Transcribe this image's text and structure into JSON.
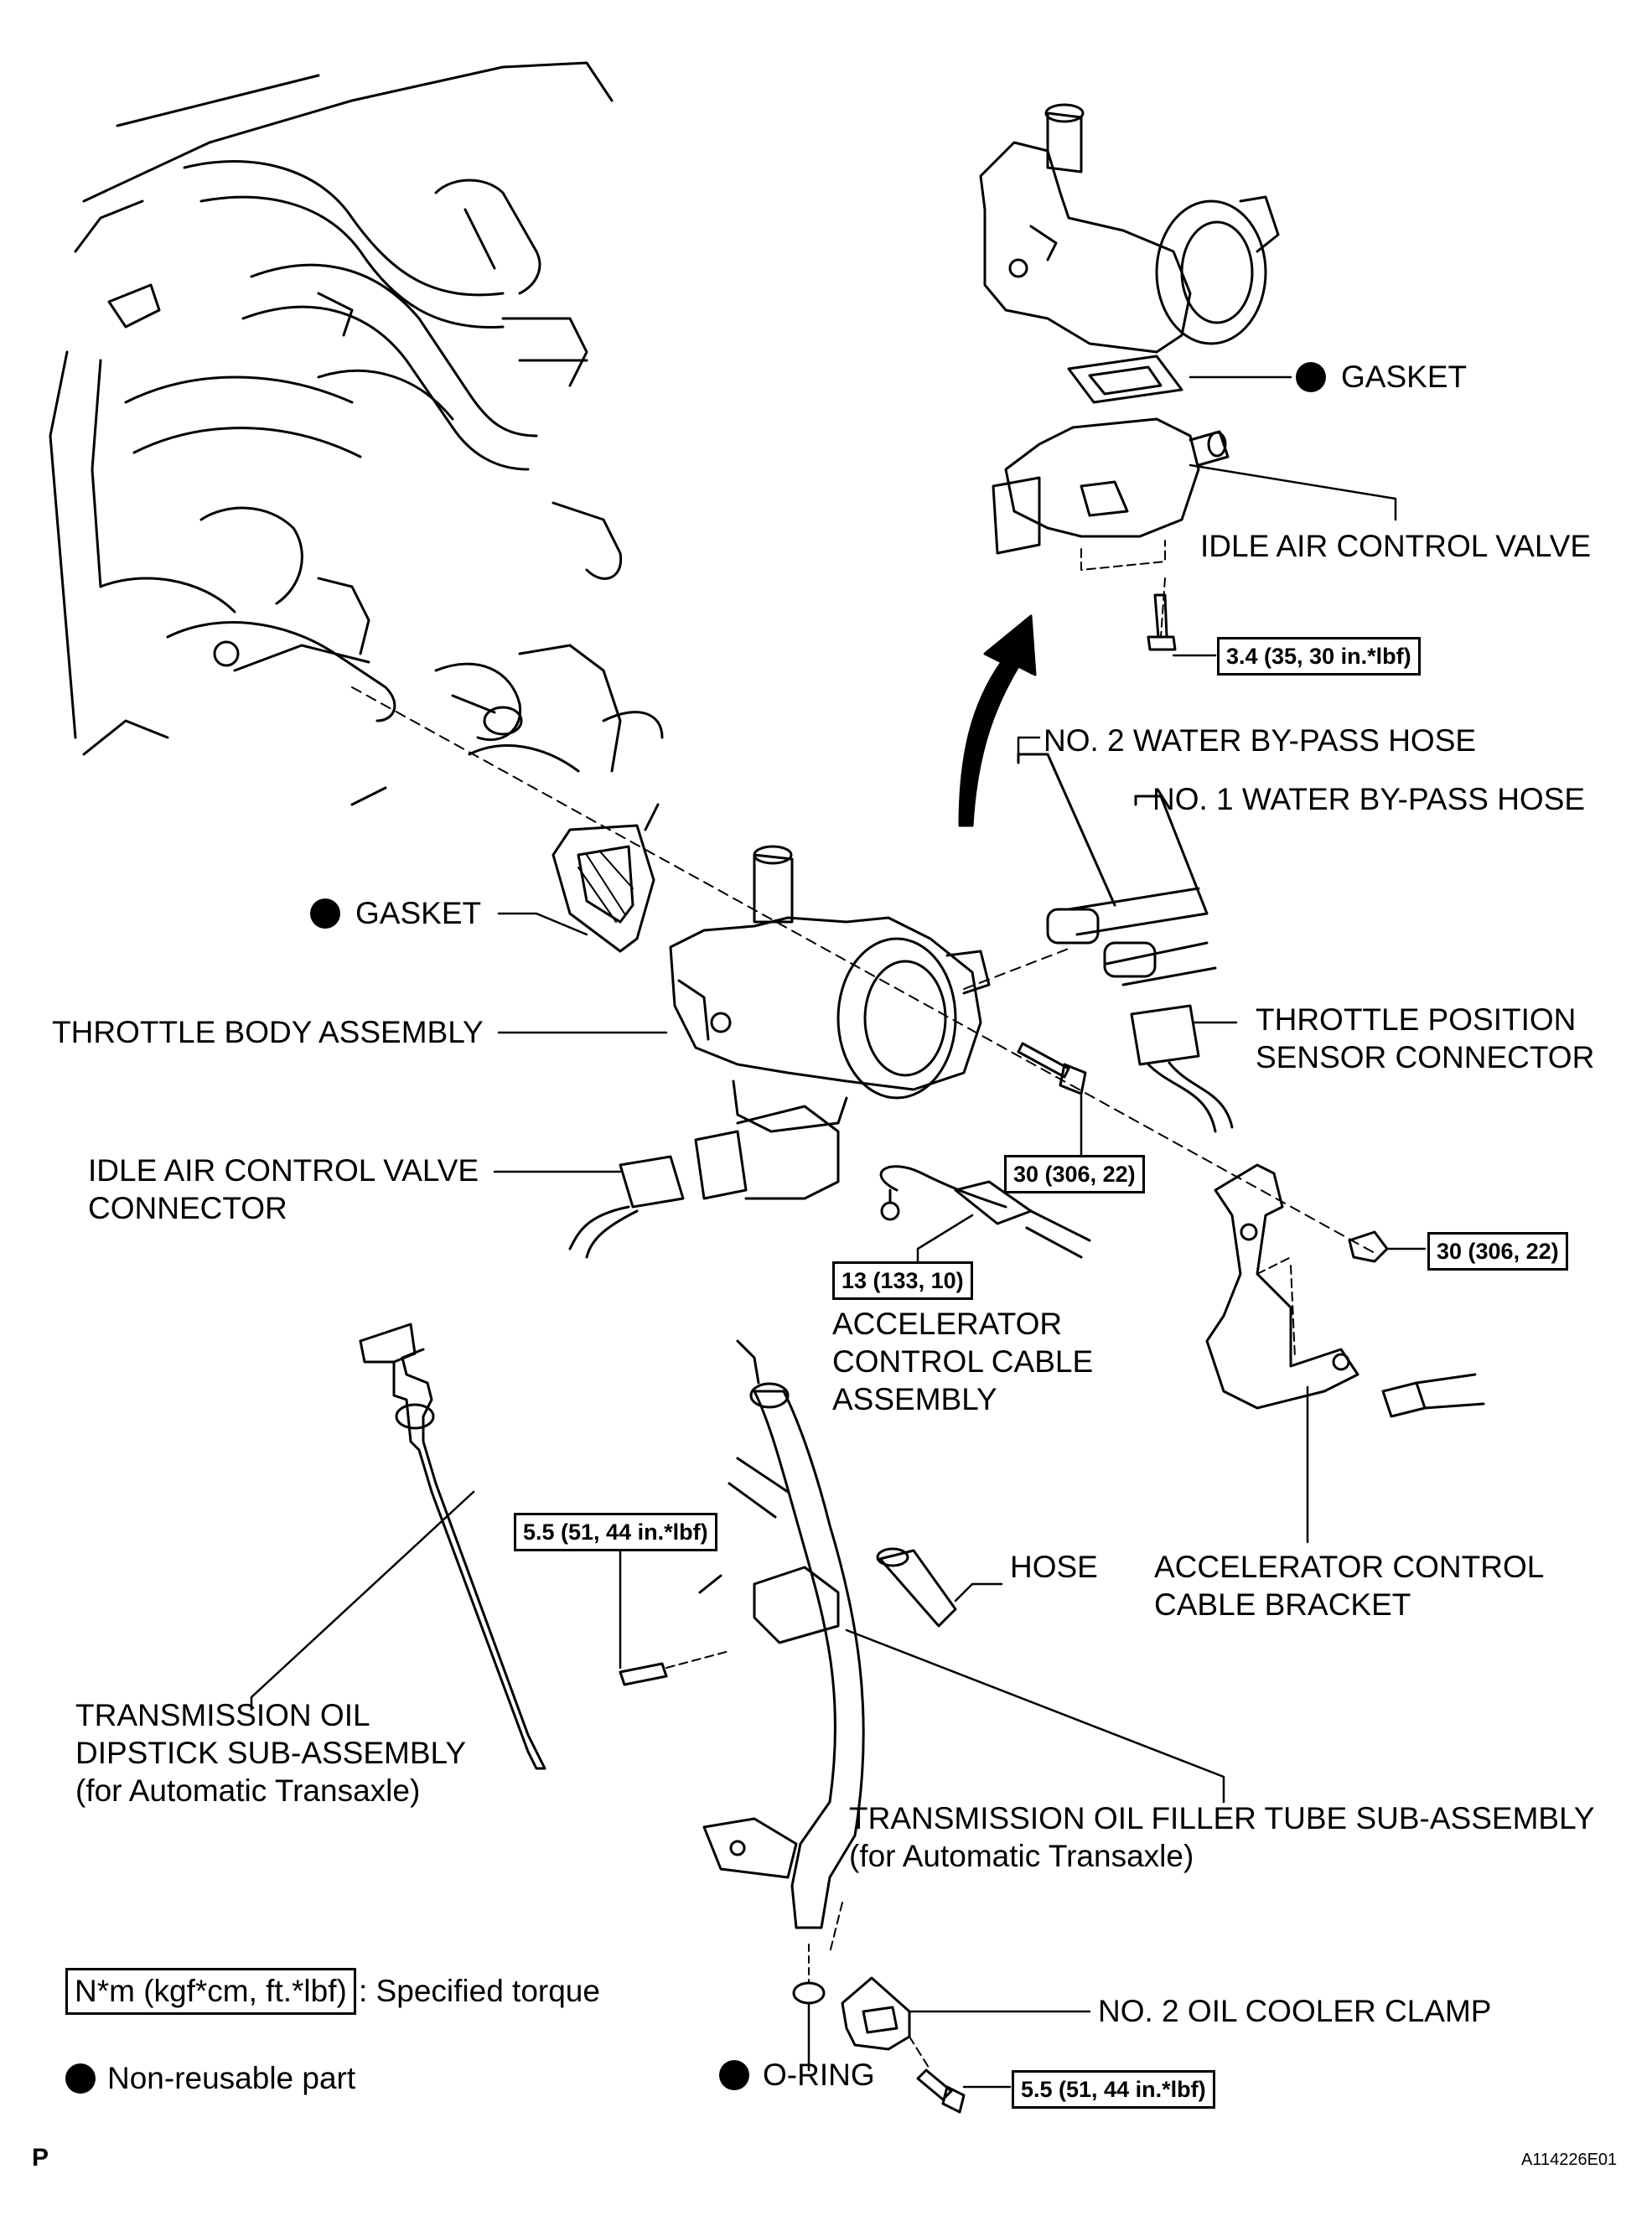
{
  "labels": {
    "gasket_top": "GASKET",
    "idle_air_control_valve": "IDLE AIR CONTROL VALVE",
    "no2_water_bypass_hose": "NO. 2 WATER BY-PASS HOSE",
    "no1_water_bypass_hose": "NO. 1 WATER BY-PASS HOSE",
    "gasket_left": "GASKET",
    "throttle_body_assembly": "THROTTLE BODY ASSEMBLY",
    "tps_connector_line1": "THROTTLE POSITION",
    "tps_connector_line2": "SENSOR CONNECTOR",
    "iacv_connector_line1": "IDLE AIR CONTROL VALVE",
    "iacv_connector_line2": "CONNECTOR",
    "accel_cable_line1": "ACCELERATOR",
    "accel_cable_line2": "CONTROL CABLE",
    "accel_cable_line3": "ASSEMBLY",
    "hose": "HOSE",
    "accel_bracket_line1": "ACCELERATOR CONTROL",
    "accel_bracket_line2": "CABLE BRACKET",
    "dipstick_line1": "TRANSMISSION OIL",
    "dipstick_line2": "DIPSTICK SUB-ASSEMBLY",
    "dipstick_line3": "(for Automatic Transaxle)",
    "filler_tube_line1": "TRANSMISSION OIL FILLER TUBE SUB-ASSEMBLY",
    "filler_tube_line2": "(for Automatic Transaxle)",
    "oil_cooler_clamp": "NO. 2 OIL COOLER CLAMP",
    "o_ring": "O-RING"
  },
  "torques": {
    "iacv_bolt": "3.4 (35, 30 in.*lbf)",
    "throttle_bolt": "30 (306, 22)",
    "bracket_nut": "30 (306, 22)",
    "cable_nut": "13 (133, 10)",
    "filler_bolt": "5.5 (51, 44 in.*lbf)",
    "clamp_bolt": "5.5 (51, 44 in.*lbf)"
  },
  "legend": {
    "torque_box": "N*m (kgf*cm, ft.*lbf)",
    "torque_text": ": Specified torque",
    "nonreusable_text": "Non-reusable part"
  },
  "footer": {
    "page_mark": "P",
    "figure_code": "A114226E01"
  }
}
